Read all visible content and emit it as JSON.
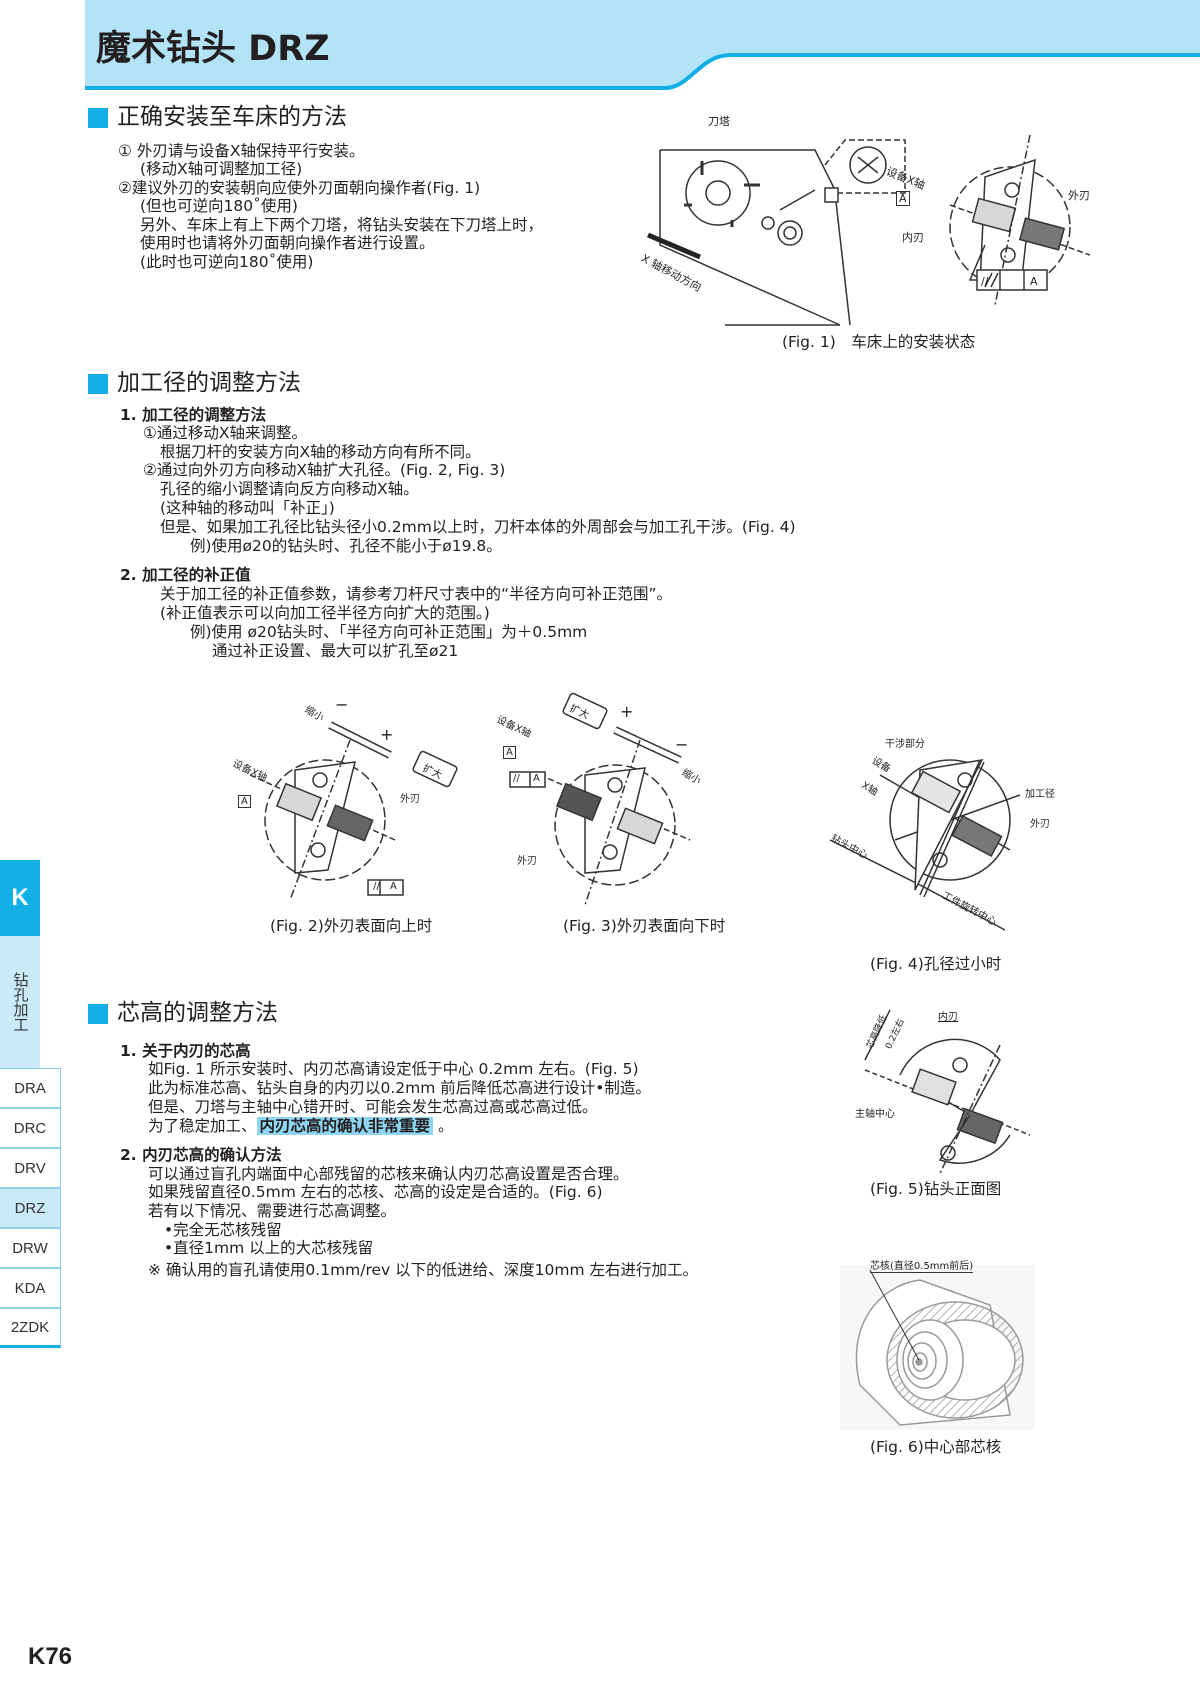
{
  "header": {
    "title": "魔术钻头 DRZ",
    "band_color": "#b3e3f7",
    "accent": "#12aee6"
  },
  "section1": {
    "heading": "正确安装至车床的方法",
    "lines": [
      "① 外刃请与设备X轴保持平行安装。",
      "(移动X轴可调整加工径)",
      "②建议外刃的安装朝向应使外刃面朝向操作者(Fig. 1)",
      "(但也可逆向180˚使用)",
      "另外、车床上有上下两个刀塔，将钻头安装在下刀塔上时，",
      "使用时也请将外刃面朝向操作者进行设置。",
      "(此时也可逆向180˚使用)"
    ],
    "fig1": {
      "turret": "刀塔",
      "x_move": "X 轴移动方向",
      "x_axis": "设备X轴",
      "datum": "A",
      "outer": "外刃",
      "inner": "内刃",
      "tol_sym": "//",
      "tol_ref": "A",
      "caption": "(Fig. 1)　车床上的安装状态"
    }
  },
  "section2": {
    "heading": "加工径的调整方法",
    "sub1": {
      "title": "1. 加工径的调整方法",
      "lines": [
        "①通过移动X轴来调整。",
        "根据刀杆的安装方向X轴的移动方向有所不同。",
        "②通过向外刃方向移动X轴扩大孔径。(Fig. 2, Fig. 3)",
        "孔径的缩小调整请向反方向移动X轴。",
        "(这种轴的移动叫「补正」)",
        "但是、如果加工孔径比钻头径小0.2mm以上时，刀杆本体的外周部会与加工孔干涉。(Fig. 4)",
        "例)使用ø20的钻头时、孔径不能小于ø19.8。"
      ]
    },
    "sub2": {
      "title": "2. 加工径的补正值",
      "lines": [
        "关于加工径的补正值参数，请参考刀杆尺寸表中的“半径方向可补正范围”。",
        "(补正值表示可以向加工径半径方向扩大的范围。)",
        "例)使用 ø20钻头时、「半径方向可补正范围」为＋0.5mm",
        "通过补正设置、最大可以扩孔至ø21"
      ]
    },
    "fig2": {
      "shrink": "缩小",
      "minus": "−",
      "plus": "+",
      "enlarge": "扩大",
      "x_axis": "设备X轴",
      "datum": "A",
      "outer": "外刃",
      "tol_sym": "//",
      "tol_ref": "A",
      "caption": "(Fig. 2)外刃表面向上时"
    },
    "fig3": {
      "shrink": "缩小",
      "minus": "−",
      "plus": "+",
      "enlarge": "扩大",
      "x_axis": "设备X轴",
      "datum": "A",
      "outer": "外刃",
      "tol_sym": "//",
      "tol_ref": "A",
      "caption": "(Fig. 3)外刃表面向下时"
    },
    "fig4": {
      "interference": "干涉部分",
      "x_axis_1": "设备",
      "x_axis_2": "X轴",
      "diameter": "加工径",
      "outer": "外刃",
      "drill_center": "钻头中心",
      "work_center": "工件旋转中心",
      "caption": "(Fig. 4)孔径过小时"
    }
  },
  "section3": {
    "heading": "芯高的调整方法",
    "sub1": {
      "title": "1. 关于内刃的芯高",
      "lines": [
        "如Fig. 1 所示安装时、内刃芯高请设定低于中心 0.2mm 左右。(Fig. 5)",
        "此为标准芯高、钻头自身的内刃以0.2mm 前后降低芯高进行设计•制造。",
        "但是、刀塔与主轴中心错开时、可能会发生芯高过高或芯高过低。"
      ],
      "last_prefix": "为了稳定加工、",
      "last_highlight": "内刃芯高的确认非常重要",
      "last_suffix": " 。"
    },
    "sub2": {
      "title": "2. 内刃芯高的确认方法",
      "lines": [
        "可以通过盲孔内端面中心部残留的芯核来确认内刃芯高设置是否合理。",
        "如果残留直径0.5mm 左右的芯核、芯高的设定是合适的。(Fig. 6)",
        "若有以下情况、需要进行芯高调整。"
      ],
      "bullets": [
        "•完全无芯核残留",
        "•直径1mm 以上的大芯核残留"
      ],
      "note": "※ 确认用的盲孔请使用0.1mm/rev 以下的低进给、深度10mm 左右进行加工。"
    },
    "fig5": {
      "lower_1": "芯高降低",
      "lower_2": "0.2左右",
      "inner": "内刃",
      "spindle": "主轴中心",
      "caption": "(Fig. 5)钻头正面图"
    },
    "fig6": {
      "core": "芯核(直径0.5mm前后)",
      "caption": "(Fig. 6)中心部芯核"
    }
  },
  "sidebar": {
    "chapter": "K",
    "category": "钻孔加工",
    "items": [
      "DRA",
      "DRC",
      "DRV",
      "DRZ",
      "DRW",
      "KDA",
      "2ZDK"
    ],
    "active": "DRZ"
  },
  "footer": {
    "page": "K76"
  }
}
